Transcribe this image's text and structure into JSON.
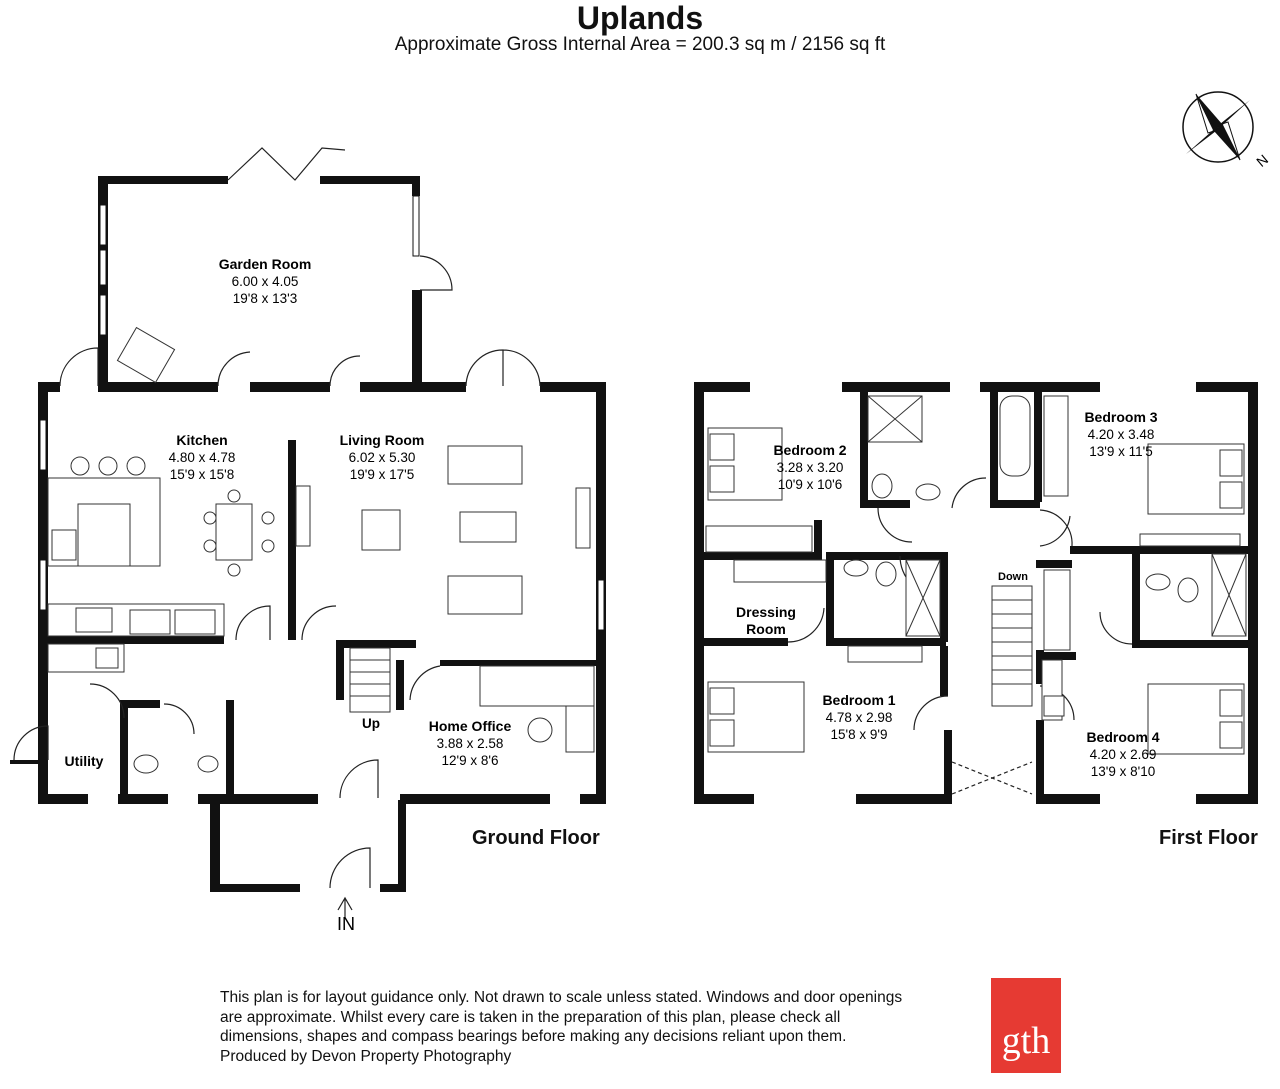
{
  "header": {
    "title": "Uplands",
    "subtitle": "Approximate Gross Internal Area = 200.3 sq m / 2156 sq ft"
  },
  "compass": {
    "north_label": "N"
  },
  "ground_floor": {
    "label": "Ground Floor",
    "entrance_label": "IN",
    "stair_label": "Up",
    "rooms": {
      "garden_room": {
        "name": "Garden Room",
        "metric": "6.00 x 4.05",
        "imperial": "19'8 x 13'3"
      },
      "kitchen": {
        "name": "Kitchen",
        "metric": "4.80 x 4.78",
        "imperial": "15'9 x 15'8"
      },
      "living_room": {
        "name": "Living Room",
        "metric": "6.02 x 5.30",
        "imperial": "19'9 x 17'5"
      },
      "home_office": {
        "name": "Home Office",
        "metric": "3.88 x 2.58",
        "imperial": "12'9 x 8'6"
      },
      "utility": {
        "name": "Utility"
      }
    }
  },
  "first_floor": {
    "label": "First Floor",
    "stair_label": "Down",
    "rooms": {
      "bedroom_2": {
        "name": "Bedroom 2",
        "metric": "3.28 x 3.20",
        "imperial": "10'9 x 10'6"
      },
      "bedroom_3": {
        "name": "Bedroom 3",
        "metric": "4.20 x 3.48",
        "imperial": "13'9 x 11'5"
      },
      "dressing_room": {
        "name_line1": "Dressing",
        "name_line2": "Room"
      },
      "bedroom_1": {
        "name": "Bedroom 1",
        "metric": "4.78 x 2.98",
        "imperial": "15'8 x 9'9"
      },
      "bedroom_4": {
        "name": "Bedroom 4",
        "metric": "4.20 x 2.69",
        "imperial": "13'9 x 8'10"
      }
    }
  },
  "footer": {
    "disclaimer": [
      "This plan is for layout guidance only. Not drawn to scale unless stated. Windows and door openings",
      "are approximate. Whilst every care is taken in the preparation of this plan, please check all",
      "dimensions, shapes and compass bearings before making any decisions reliant upon them.",
      "Produced by Devon Property Photography"
    ],
    "logo_text": "gth"
  },
  "colors": {
    "logo_bg": "#e63a33",
    "wall": "#111111"
  }
}
